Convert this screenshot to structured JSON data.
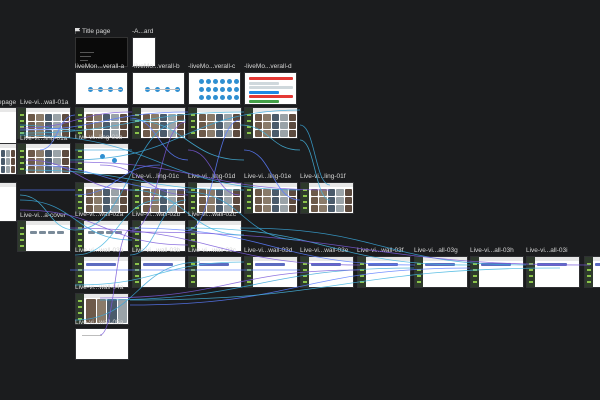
{
  "canvas": {
    "background": "#1b1c1e",
    "wire_colors": [
      "#3aa6d8",
      "#7a5ad9",
      "#5b7cff",
      "#45b6e0"
    ]
  },
  "frames": [
    {
      "id": "title-page",
      "label": "Title page",
      "flag": true,
      "kind": "dark"
    },
    {
      "id": "a-ard",
      "label": "-A...ard",
      "kind": "white"
    },
    {
      "id": "lm-overall-a",
      "label": "liveMon...verall-a",
      "kind": "dots-small"
    },
    {
      "id": "lm-overall-b",
      "label": "-liveMo...verall-b",
      "kind": "dots-small"
    },
    {
      "id": "lm-overall-c",
      "label": "-liveMo...verall-c",
      "kind": "dots-grid"
    },
    {
      "id": "lm-overall-d",
      "label": "-liveMo...verall-d",
      "kind": "list"
    },
    {
      "id": "homepage",
      "label": "epage",
      "kind": "partial"
    },
    {
      "id": "lv-wall-01a",
      "label": "Live-vi...wall-01a",
      "kind": "video"
    },
    {
      "id": "lv-wall-01a-2",
      "label": "",
      "kind": "video"
    },
    {
      "id": "lv-wall-01a-3",
      "label": "",
      "kind": "video"
    },
    {
      "id": "lv-wall-01a-4",
      "label": "",
      "kind": "video"
    },
    {
      "id": "lv-wall-01a-5",
      "label": "",
      "kind": "video"
    },
    {
      "id": "lv-left-1",
      "label": "",
      "kind": "partial-video"
    },
    {
      "id": "lv-ling-01a",
      "label": "Live-vi...ling-01a",
      "kind": "video"
    },
    {
      "id": "lv-ling-01b",
      "label": "Live-vi...ling-01b",
      "kind": "sparse"
    },
    {
      "id": "lv-left-2",
      "label": "",
      "kind": "partial"
    },
    {
      "id": "lv-ling-01c-a",
      "label": "",
      "kind": "video"
    },
    {
      "id": "lv-ling-01c",
      "label": "Live-vi...ling-01c",
      "kind": "video"
    },
    {
      "id": "lv-ling-01d",
      "label": "Live-vi...ling-01d",
      "kind": "video"
    },
    {
      "id": "lv-ling-01e",
      "label": "Live-vi...ling-01e",
      "kind": "video"
    },
    {
      "id": "lv-ling-01f",
      "label": "Live-vi...ling-01f",
      "kind": "video"
    },
    {
      "id": "lv-a-cover",
      "label": "Live-vi...a-cover",
      "kind": "chips"
    },
    {
      "id": "lv-wall-02a",
      "label": "Live-vi...wall-02a",
      "kind": "chips"
    },
    {
      "id": "lv-wall-02b",
      "label": "Live-vi...wall-02b",
      "kind": "plain"
    },
    {
      "id": "lv-wall-02c",
      "label": "Live-vi...wall-02c",
      "kind": "plain"
    },
    {
      "id": "lv-wall-03a",
      "label": "Live-vi...wall-03a",
      "kind": "bar"
    },
    {
      "id": "lv-wall-03b",
      "label": "Live-vi...wall-03b",
      "kind": "bar"
    },
    {
      "id": "lv-wall-03c",
      "label": "Live-vi...wall-03c",
      "kind": "bar"
    },
    {
      "id": "lv-wall-03d",
      "label": "Live-vi...wall-03d",
      "kind": "bar"
    },
    {
      "id": "lv-wall-03e",
      "label": "Live-vi...wall-03e",
      "kind": "bar"
    },
    {
      "id": "lv-wall-03f",
      "label": "Live-vi...wall-03f",
      "kind": "bar"
    },
    {
      "id": "lv-all-03g",
      "label": "Live-vi...all-03g",
      "kind": "bar"
    },
    {
      "id": "lv-all-03h",
      "label": "Live-vi...all-03h",
      "kind": "bar"
    },
    {
      "id": "lv-all-03i",
      "label": "Live-vi...all-03i",
      "kind": "bar"
    },
    {
      "id": "lv-right-edge",
      "label": "",
      "kind": "bar"
    },
    {
      "id": "lv-wall-04a",
      "label": "Live-vi...wall-04a",
      "kind": "video-half"
    },
    {
      "id": "lv-wall-05a",
      "label": "Live-vi...wall-05a",
      "kind": "blank"
    }
  ]
}
